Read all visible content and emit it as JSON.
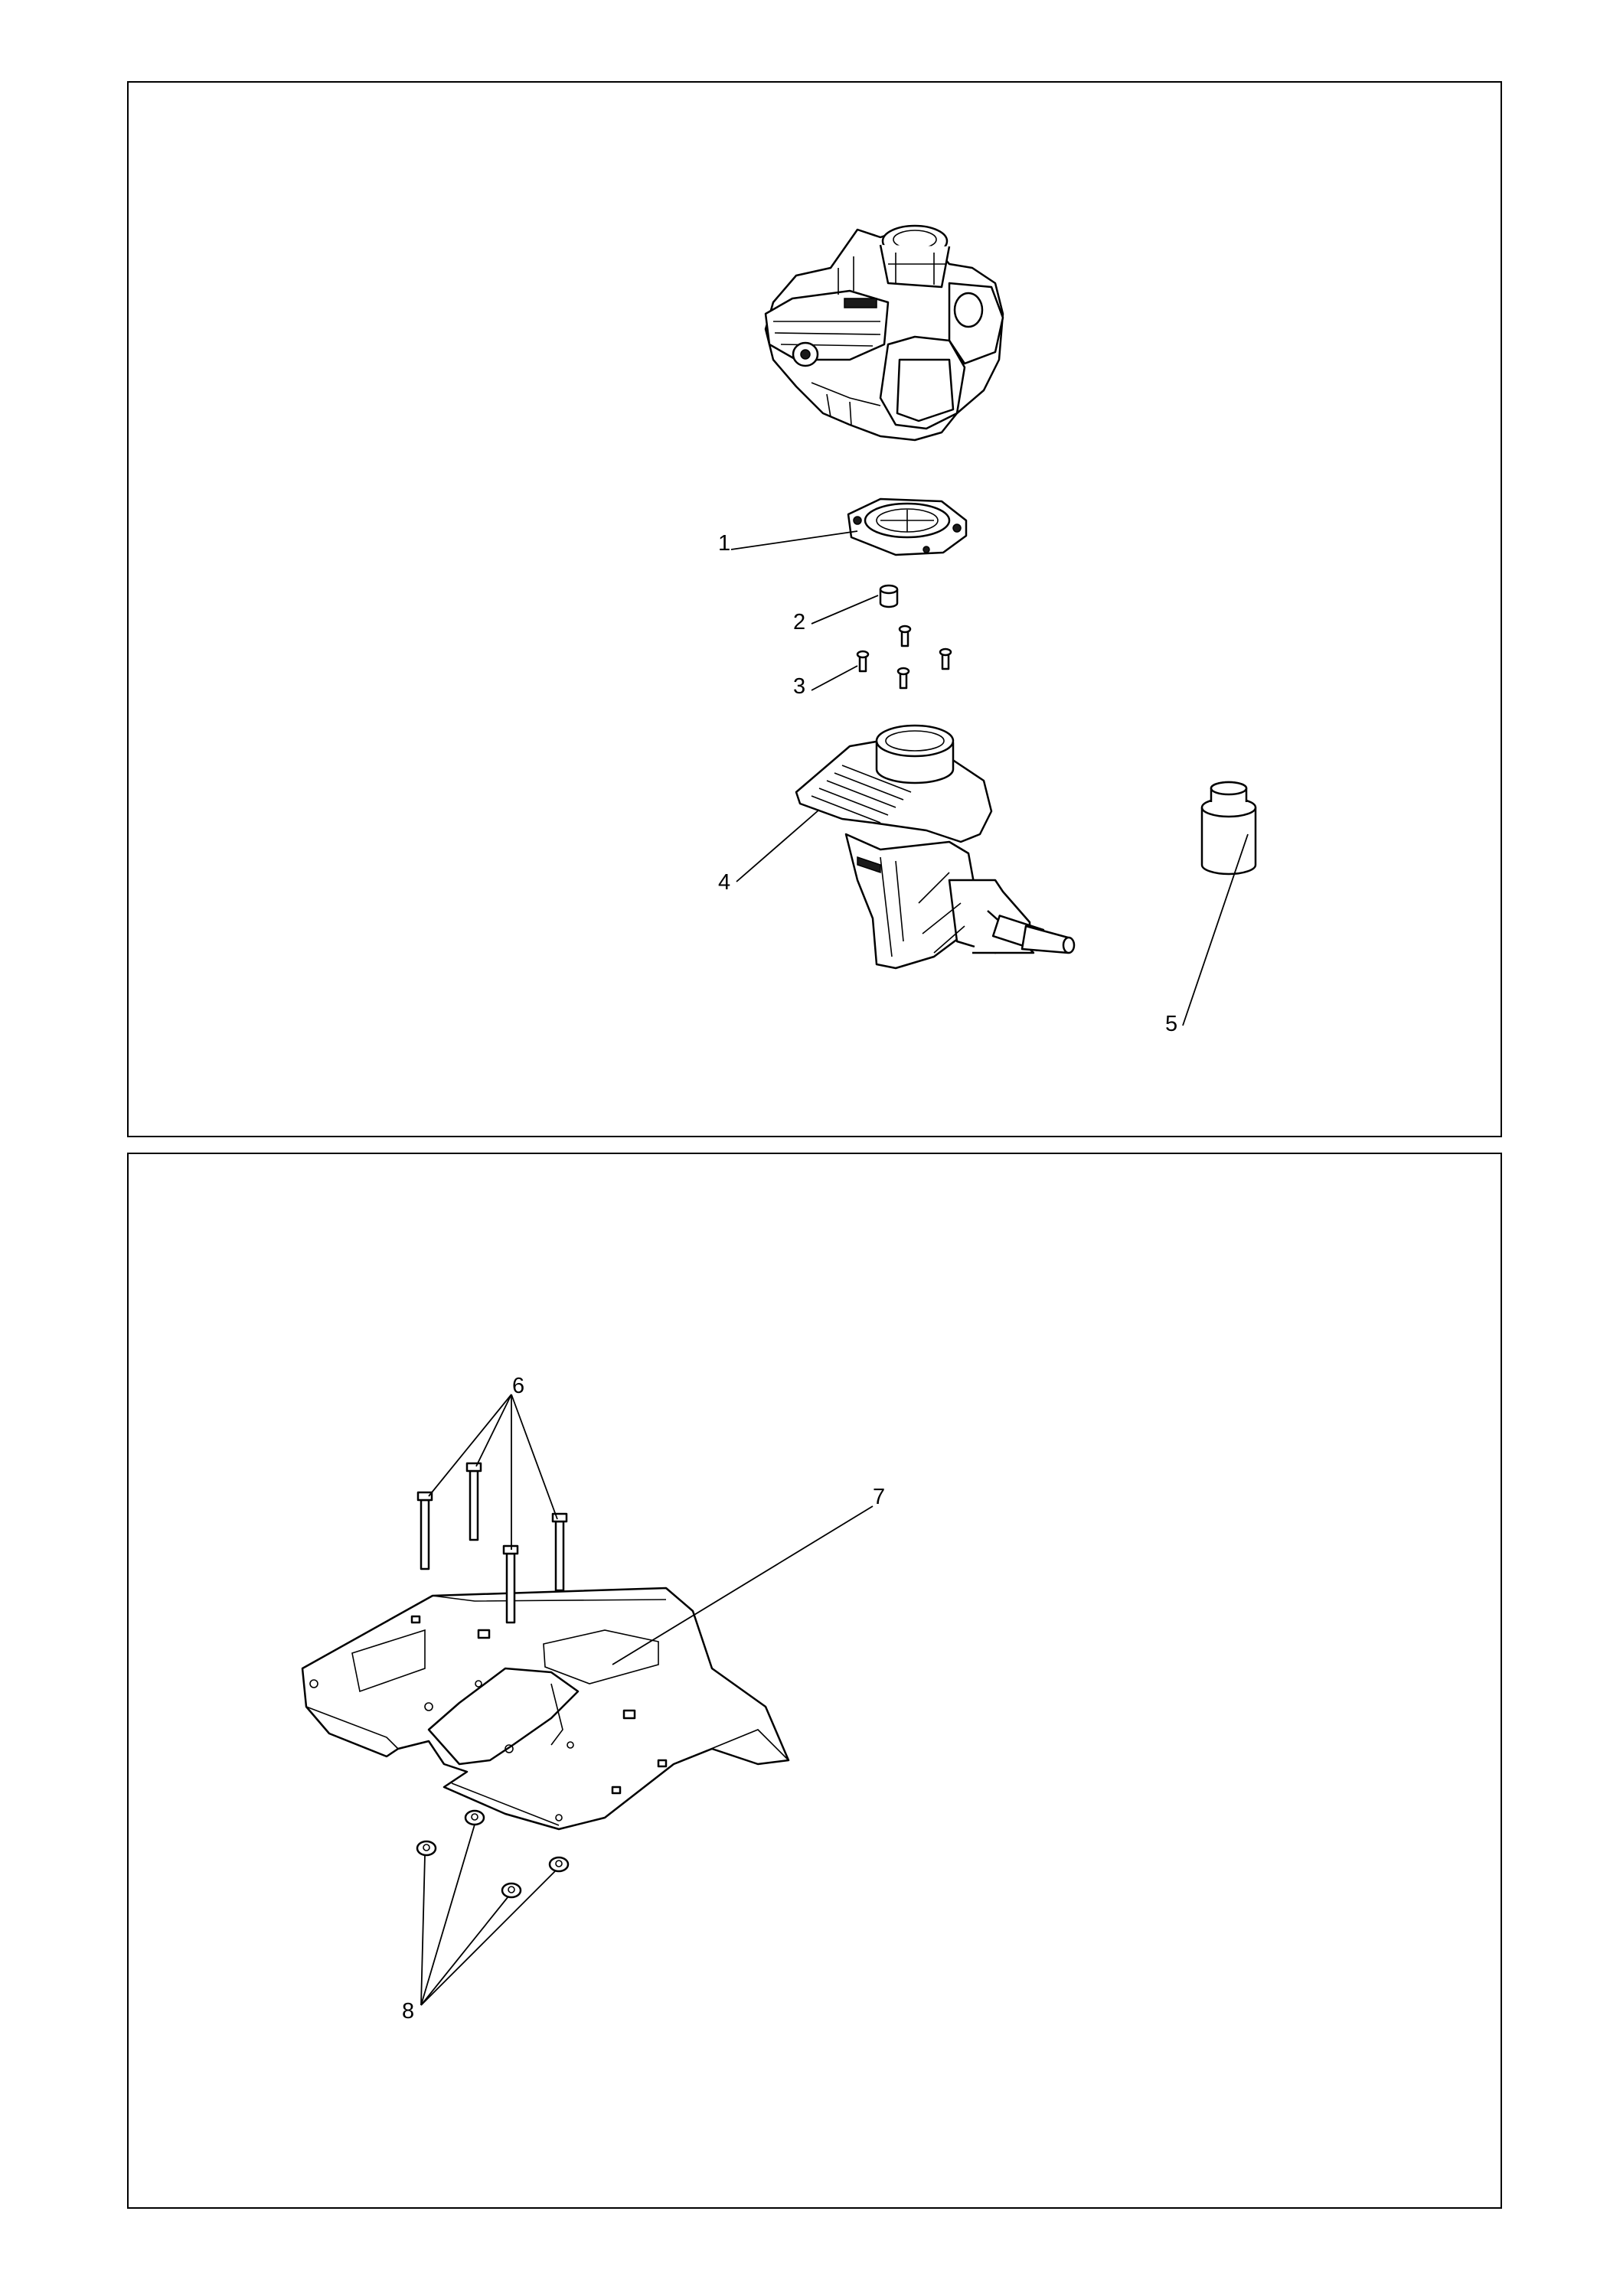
{
  "callouts": {
    "c1": "1",
    "c2": "2",
    "c3": "3",
    "c4": "4",
    "c5": "5",
    "c6": "6",
    "c7": "7",
    "c8": "8"
  },
  "panels": [
    "top",
    "bottom"
  ]
}
